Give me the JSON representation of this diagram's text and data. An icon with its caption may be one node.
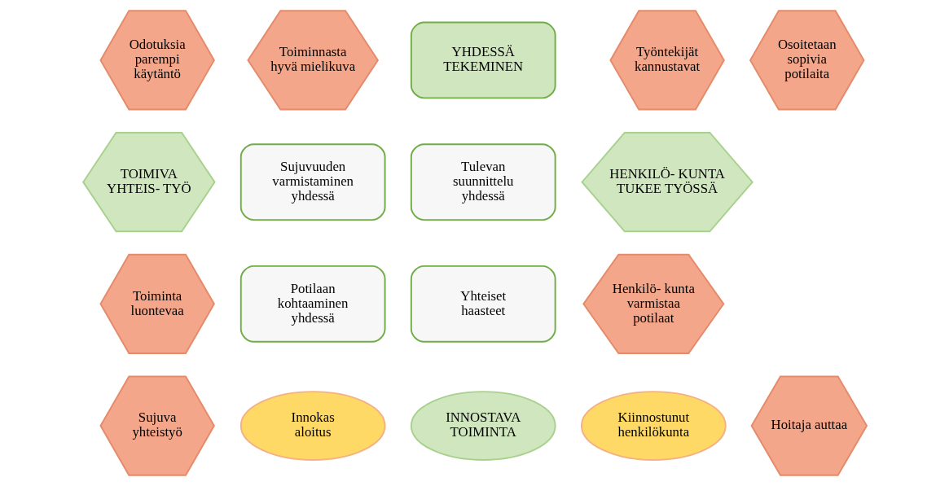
{
  "diagram": {
    "nodes": [
      {
        "text": [
          "Toiminnasta hyvä mielikuva"
        ]
      },
      {
        "text": [
          "YHDESSÄ TEKEMINEN"
        ]
      },
      {
        "text": [
          "Työntekijät kannustavat"
        ]
      },
      {
        "text": [
          "Odotuksia parempi käytäntö"
        ]
      },
      {
        "text": [
          "Osoitetaan sopivia potilaita"
        ]
      },
      {
        "text": [
          "Sujuvuuden varmistaminen yhdessä"
        ]
      },
      {
        "text": [
          "Tulevan suunnittelu yhdessä"
        ]
      },
      {
        "text": [
          "TOIMIVA YHTEIS- TYÖ"
        ]
      },
      {
        "text": [
          "HENKILÖ- KUNTA TUKEE TYÖSSÄ"
        ]
      },
      {
        "text": [
          "Toiminta luontevaa"
        ]
      },
      {
        "text": [
          "Henkilö- kunta varmistaa potilaat"
        ]
      },
      {
        "text": [
          "Potilaan kohtaaminen yhdessä"
        ]
      },
      {
        "text": [
          "Yhteiset haasteet"
        ]
      },
      {
        "text": [
          "Sujuva yhteistyö"
        ]
      },
      {
        "text": [
          "Hoitaja auttaa"
        ]
      },
      {
        "text": [
          "INNOSTAVA TOIMINTA"
        ]
      },
      {
        "text": [
          "Innokas aloitus"
        ]
      },
      {
        "text": [
          "Kiinnostunut henkilökunta"
        ]
      }
    ],
    "edges": []
  }
}
